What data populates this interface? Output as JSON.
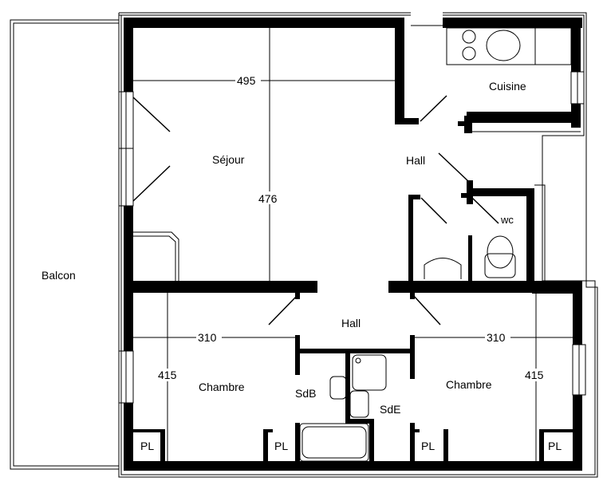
{
  "rooms": {
    "balcon": "Balcon",
    "sejour": "Séjour",
    "cuisine": "Cuisine",
    "hall_top": "Hall",
    "wc": "wc",
    "hall_mid": "Hall",
    "chambre_left": "Chambre",
    "chambre_right": "Chambre",
    "sdb": "SdB",
    "sde": "SdE",
    "placards": [
      "PL",
      "PL",
      "PL",
      "PL"
    ]
  },
  "dimensions": {
    "sejour_width": "495",
    "sejour_depth": "476",
    "chambre_left_width": "310",
    "chambre_left_depth": "415",
    "chambre_right_width": "310",
    "chambre_right_depth": "415"
  }
}
